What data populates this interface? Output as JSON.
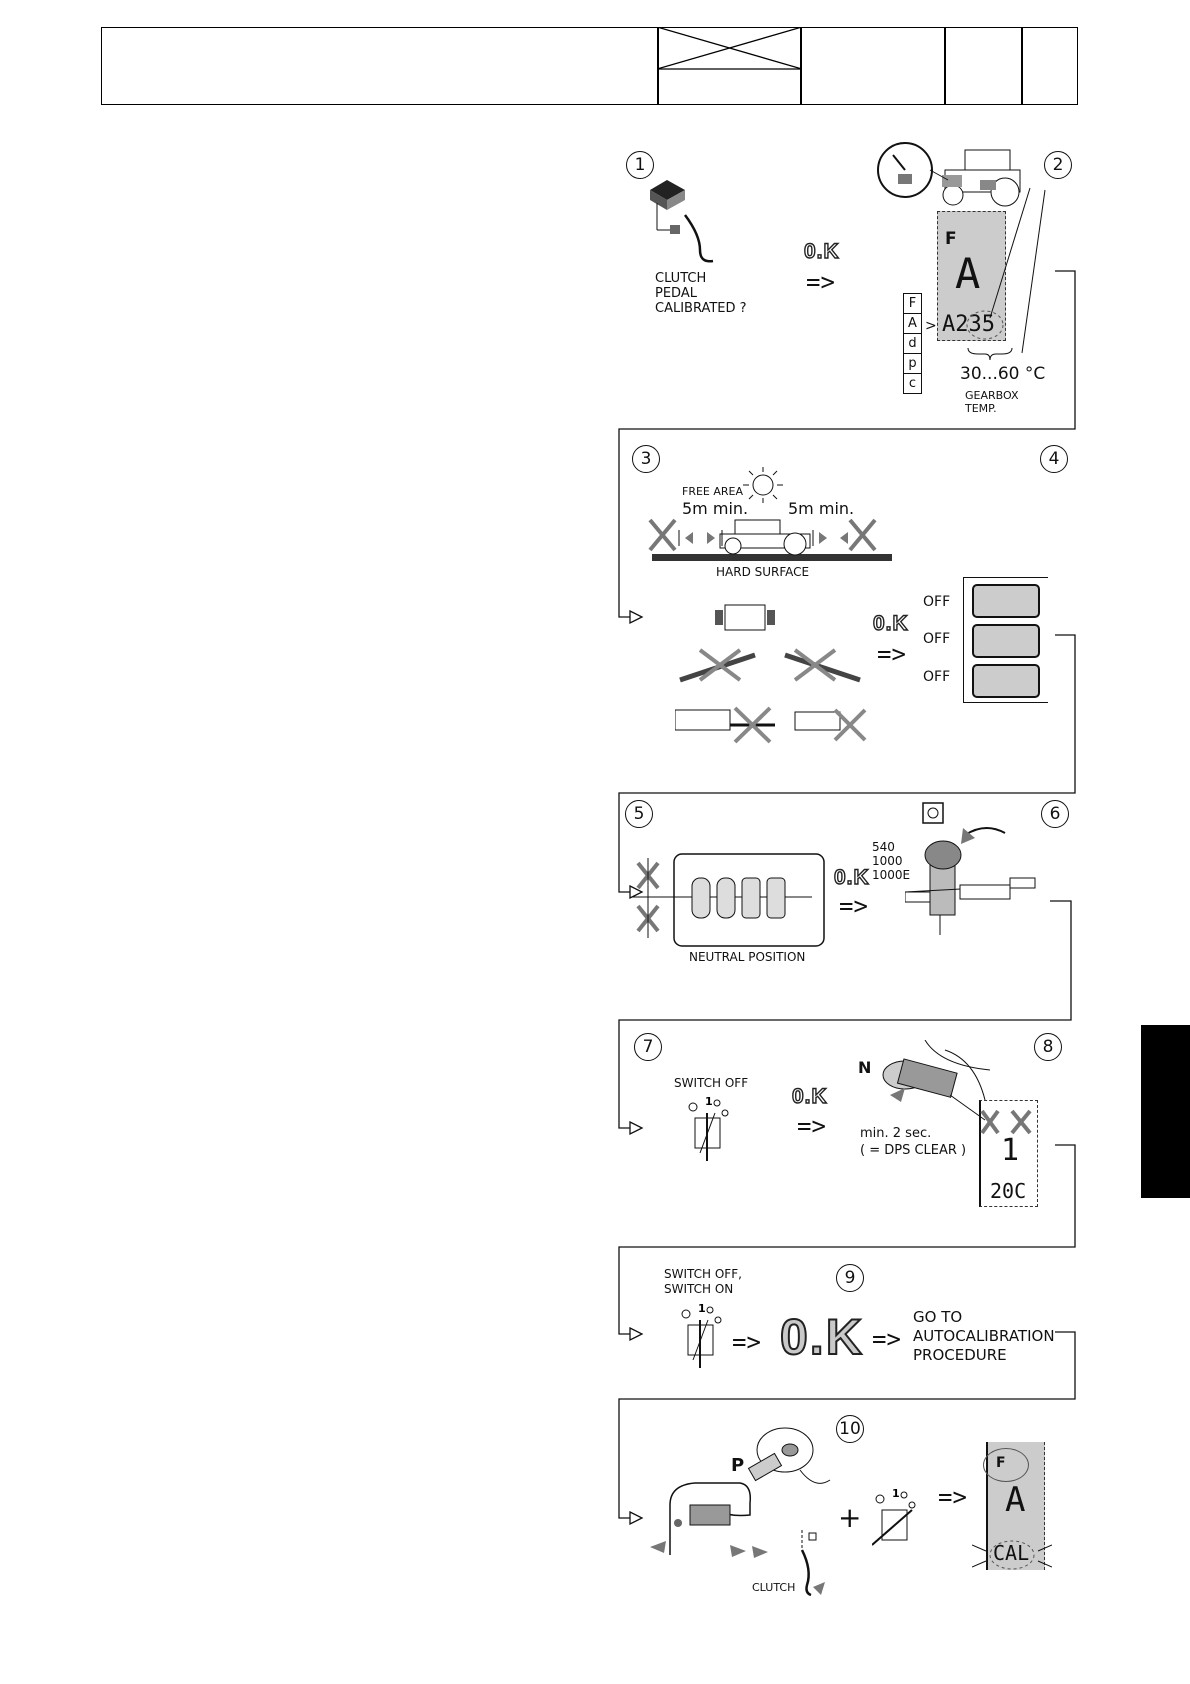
{
  "steps": {
    "s1": {
      "num": "1",
      "label": "CLUTCH\nPEDAL\nCALIBRATED ?",
      "ok": "0.K",
      "arrow": "=>"
    },
    "s2": {
      "num": "2",
      "display_top": "F",
      "display_mid": "A",
      "display_bottom": "A235",
      "menu": [
        "F",
        "A",
        "d",
        "p",
        "c"
      ],
      "range": "30...60 °C",
      "caption": "GEARBOX\nTEMP."
    },
    "s3": {
      "num": "3",
      "free_area": "FREE AREA",
      "dist_left": "5m min.",
      "dist_right": "5m min.",
      "surface": "HARD SURFACE"
    },
    "s4": {
      "num": "4",
      "ok": "0.K",
      "arrow": "=>",
      "switch_labels": [
        "OFF",
        "OFF",
        "OFF"
      ]
    },
    "s5": {
      "num": "5",
      "caption": "NEUTRAL POSITION"
    },
    "s6": {
      "num": "6",
      "pto": "540\n1000\n1000E",
      "ok": "0.K",
      "arrow": "=>"
    },
    "s7": {
      "num": "7",
      "caption": "SWITCH OFF",
      "ok": "0.K",
      "arrow": "=>"
    },
    "s8": {
      "num": "8",
      "lever": "N",
      "caption": "min. 2 sec.\n( = DPS CLEAR )",
      "display_mid": "1",
      "display_bottom": "20C"
    },
    "s9": {
      "num": "9",
      "caption": "SWITCH OFF,\nSWITCH ON",
      "arrow1": "=>",
      "ok": "0.K",
      "arrow2": "=>",
      "goto": "GO TO\nAUTOCALIBRATION\nPROCEDURE"
    },
    "s10": {
      "num": "10",
      "lever": "P",
      "plus": "+",
      "arrow": "=>",
      "clutch": "CLUTCH",
      "display_top": "F",
      "display_mid": "A",
      "display_bottom": "CAL"
    }
  }
}
